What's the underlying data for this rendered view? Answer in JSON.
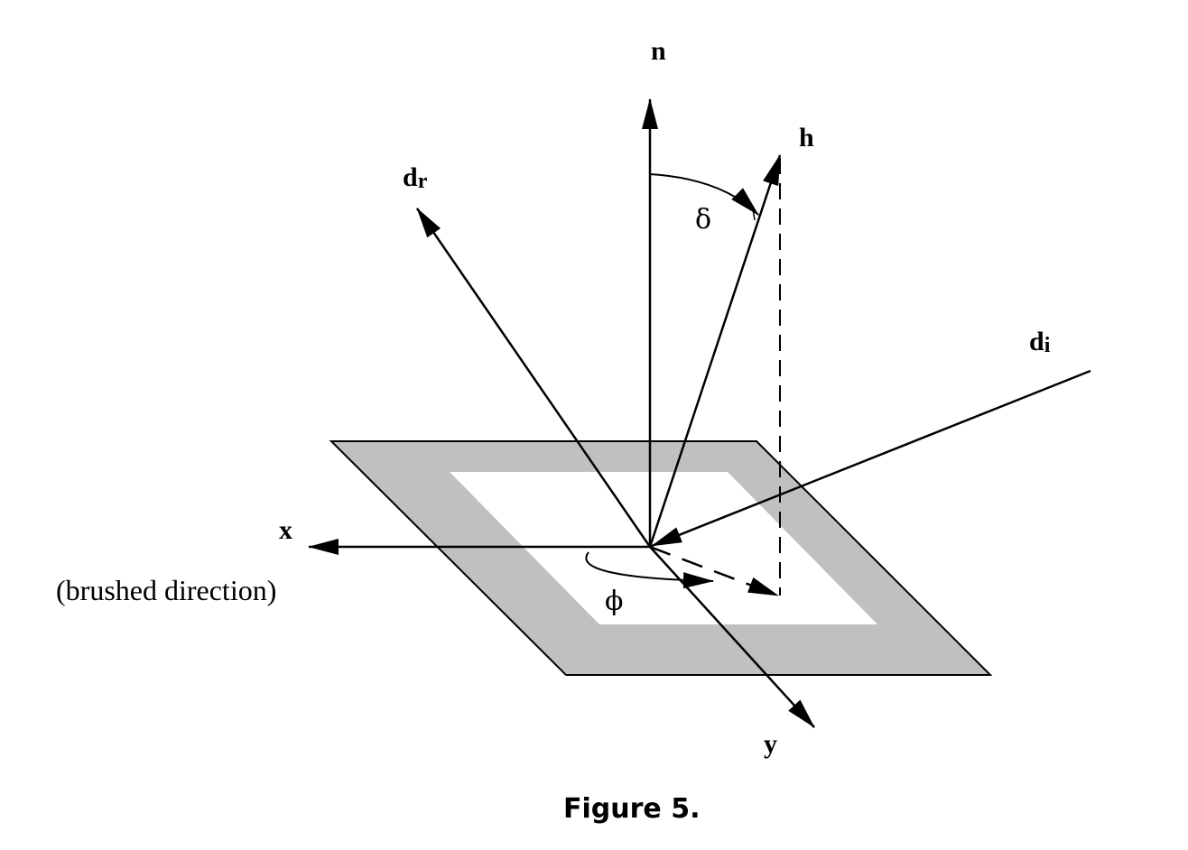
{
  "colors": {
    "surface_border": "#c0c0c0",
    "surface_inner": "#ffffff",
    "stroke": "#000000"
  },
  "vectors": {
    "n": "n",
    "h": "h",
    "d_r_main": "d",
    "d_r_sub": "r",
    "d_i_main": "d",
    "d_i_sub": "i",
    "x": "x",
    "y": "y"
  },
  "x_axis_note": "(brushed direction)",
  "angles": {
    "delta": "δ",
    "phi": "ϕ"
  },
  "caption": "Figure 5."
}
